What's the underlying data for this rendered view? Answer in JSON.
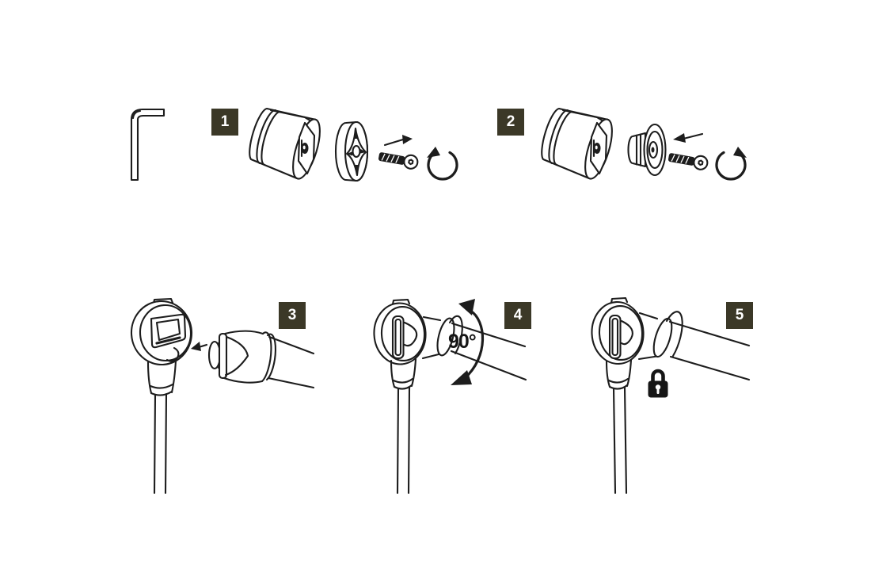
{
  "colors": {
    "background": "#FFFFFF",
    "line_art": "#1D1D1D",
    "badge_background": "#3B3827",
    "badge_text": "#FFFFFF",
    "padlock": "#161616"
  },
  "steps": [
    {
      "number": "1"
    },
    {
      "number": "2"
    },
    {
      "number": "3"
    },
    {
      "number": "4"
    },
    {
      "number": "5"
    }
  ],
  "labels": {
    "rotation_angle": "90°"
  },
  "icons": {
    "hex-key-icon": "L-shaped hex wrench",
    "lock-cylinder-icon": "cylindrical lock barrel with hex socket face",
    "star-nut-icon": "disc nut with four-point star insert",
    "end-cap-icon": "round end cap with countersunk face",
    "screw-icon": "countersunk hex-socket screw",
    "arrow-right-icon": "→",
    "arrow-left-icon": "←",
    "insert-arrow-icon": "←",
    "rotate-ccw-icon": "↺",
    "rotate-cw-icon": "↻",
    "mount-head-icon": "mount head with square socket on cable",
    "lock-head-icon": "tapered lock head on handle",
    "assembled-lock-icon": "lock head seated in mount head",
    "rotate-90-arrow-icon": "curved double-headed rotation arrow",
    "padlock-icon": "🔒"
  }
}
